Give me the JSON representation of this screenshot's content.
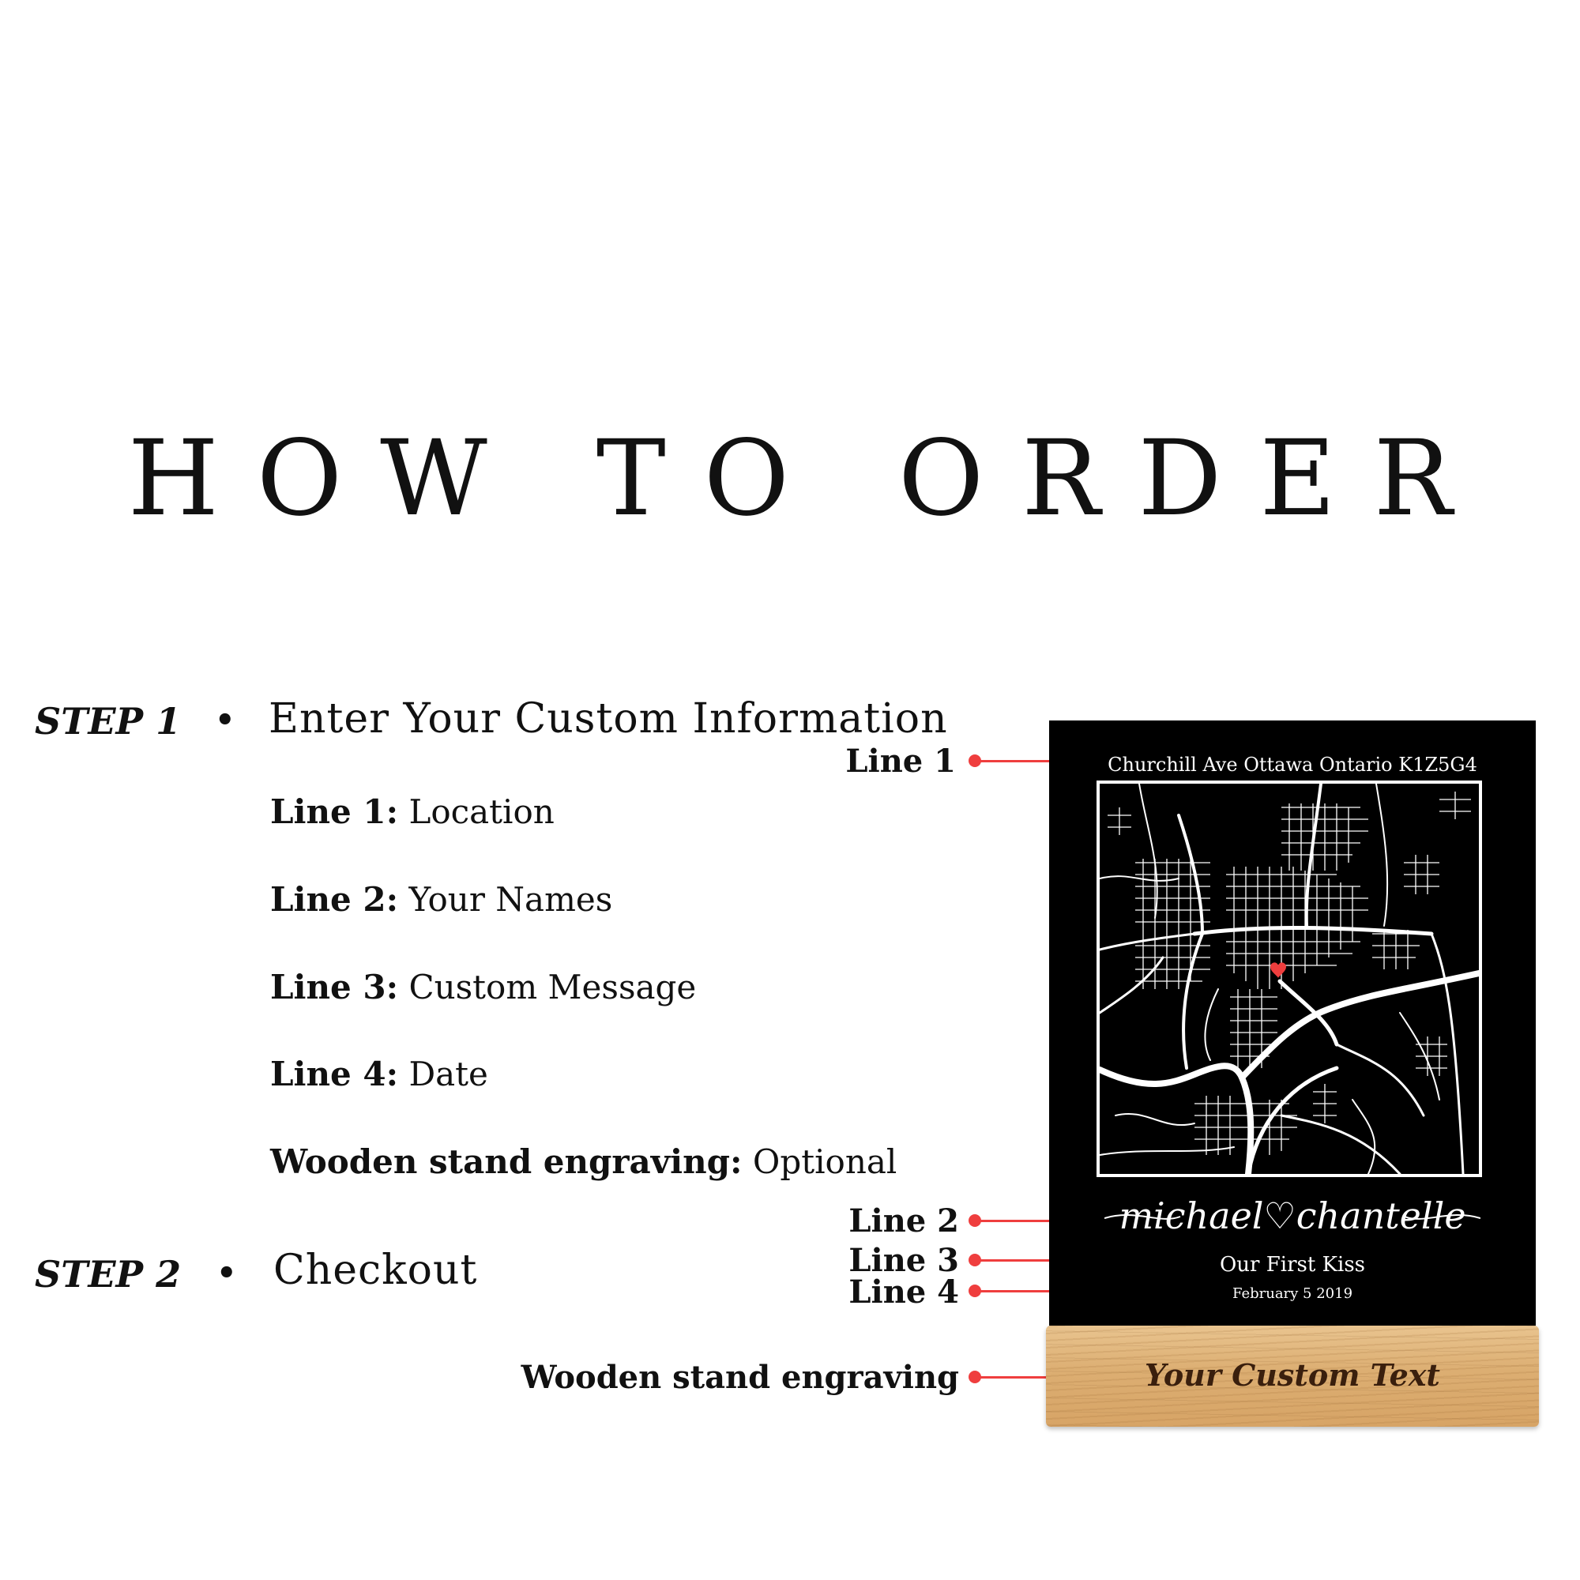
{
  "title": "HOW TO ORDER",
  "step1": {
    "label": "STEP 1",
    "bullet": "•",
    "text": "Enter Your Custom Information",
    "lines": [
      {
        "key": "Line 1:",
        "value": " Location"
      },
      {
        "key": "Line 2:",
        "value": " Your Names"
      },
      {
        "key": "Line 3:",
        "value": " Custom Message"
      },
      {
        "key": "Line 4:",
        "value": " Date"
      },
      {
        "key": "Wooden stand engraving:",
        "value": " Optional"
      }
    ]
  },
  "step2": {
    "label": "STEP 2",
    "bullet": "•",
    "text": "Checkout"
  },
  "callouts": {
    "line1": "Line 1",
    "line2": "Line 2",
    "line3": "Line 3",
    "line4": "Line 4",
    "stand": "Wooden stand engraving"
  },
  "plaque": {
    "address": "Churchill Ave Ottawa Ontario K1Z5G4",
    "names": "michael♡chantelle",
    "message": "Our First Kiss",
    "date": "February 5 2019"
  },
  "stand": {
    "engraving": "Your Custom Text"
  },
  "colors": {
    "accent": "#ef3e3e",
    "plaque": "#000000",
    "wood": "#dcae72"
  }
}
